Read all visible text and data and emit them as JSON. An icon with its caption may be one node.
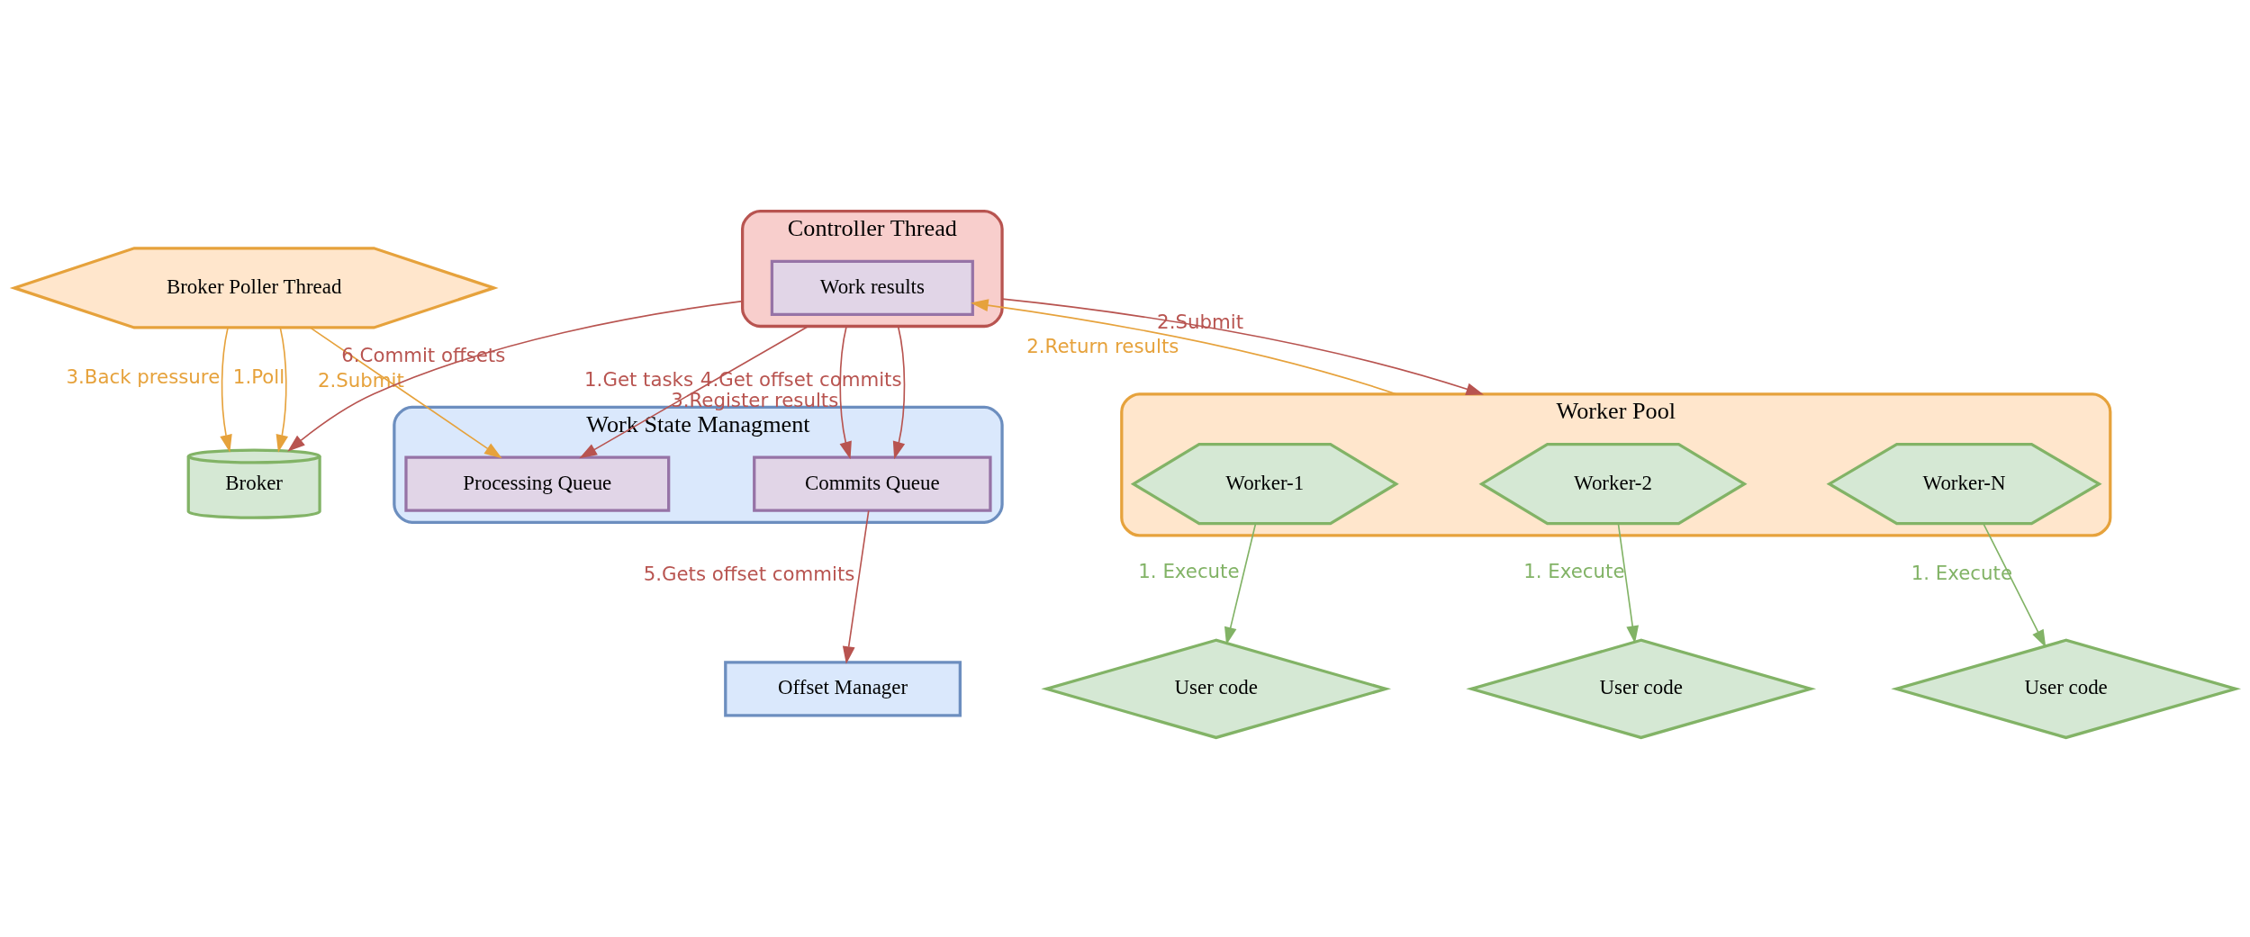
{
  "diagram": {
    "nodes": [
      {
        "text": [
          "Broker"
        ]
      },
      {
        "text": [
          "Broker Poller Thread"
        ]
      },
      {
        "text": [
          "Work State Managment"
        ]
      },
      {
        "text": [
          "Processing Queue"
        ],
        "in": 2
      },
      {
        "text": [
          "Commits Queue"
        ],
        "in": 2
      },
      {
        "text": [
          "Offset Manager"
        ]
      },
      {
        "text": [
          "Controller Thread"
        ]
      },
      {
        "text": [
          "Work results"
        ],
        "in": 6
      },
      {
        "text": [
          "Worker Pool"
        ]
      },
      {
        "text": [
          "Worker-1"
        ],
        "in": 8
      },
      {
        "text": [
          "Worker-2"
        ],
        "in": 8
      },
      {
        "text": [
          "Worker-N"
        ],
        "in": 8
      },
      {
        "text": [
          "User code"
        ]
      },
      {
        "text": [
          "User code"
        ]
      },
      {
        "text": [
          "User code"
        ]
      }
    ],
    "edges": [
      {
        "from": 6,
        "to": 0,
        "arrow": "to",
        "label": "6.Commit offsets"
      },
      {
        "from": 1,
        "to": 0,
        "arrow": "to",
        "label": "3.Back pressure",
        "color": "#e6a23c"
      },
      {
        "from": 1,
        "to": 0,
        "arrow": "to",
        "label": "1.Poll",
        "color": "#e6a23c"
      },
      {
        "from": 1,
        "to": 3,
        "arrow": "to",
        "label": "2.Submit",
        "color": "#e6a23c"
      },
      {
        "from": 6,
        "to": 3,
        "arrow": "to",
        "label": "1.Get tasks"
      },
      {
        "from": 6,
        "to": 4,
        "arrow": "to",
        "label": "3.Register results"
      },
      {
        "from": 6,
        "to": 4,
        "arrow": "to",
        "label": "4.Get offset commits"
      },
      {
        "from": 4,
        "to": 5,
        "arrow": "to",
        "label": "5.Gets offset commits"
      },
      {
        "from": 6,
        "to": 8,
        "arrow": "to",
        "label": "2.Submit"
      },
      {
        "from": 8,
        "to": 7,
        "arrow": "to",
        "label": "2.Return results",
        "color": "#e6a23c"
      },
      {
        "from": 9,
        "to": 12,
        "arrow": "to",
        "label": "1. Execute",
        "color": "#82b366"
      },
      {
        "from": 10,
        "to": 13,
        "arrow": "to",
        "label": "1. Execute",
        "color": "#82b366"
      },
      {
        "from": 11,
        "to": 14,
        "arrow": "to",
        "label": "1. Execute",
        "color": "#82b366"
      }
    ]
  }
}
